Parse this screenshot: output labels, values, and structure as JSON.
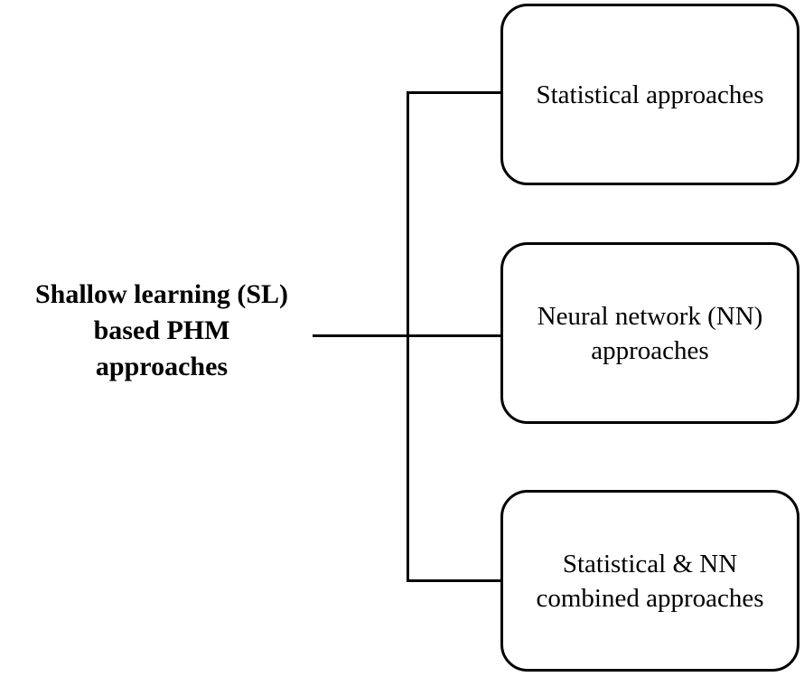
{
  "colors": {
    "background": "#ffffff",
    "line": "#000000",
    "text": "#000000",
    "box_border": "#000000",
    "box_fill": "#ffffff"
  },
  "root": {
    "label": "Shallow learning (SL) based PHM approaches",
    "lines": [
      "Shallow learning (SL)",
      "based PHM",
      "approaches"
    ]
  },
  "children": [
    {
      "label": "Statistical approaches",
      "lines": [
        "Statistical approaches"
      ]
    },
    {
      "label": "Neural network (NN) approaches",
      "lines": [
        "Neural network (NN)",
        "approaches"
      ]
    },
    {
      "label": "Statistical & NN combined approaches",
      "lines": [
        "Statistical & NN",
        "combined approaches"
      ]
    }
  ]
}
